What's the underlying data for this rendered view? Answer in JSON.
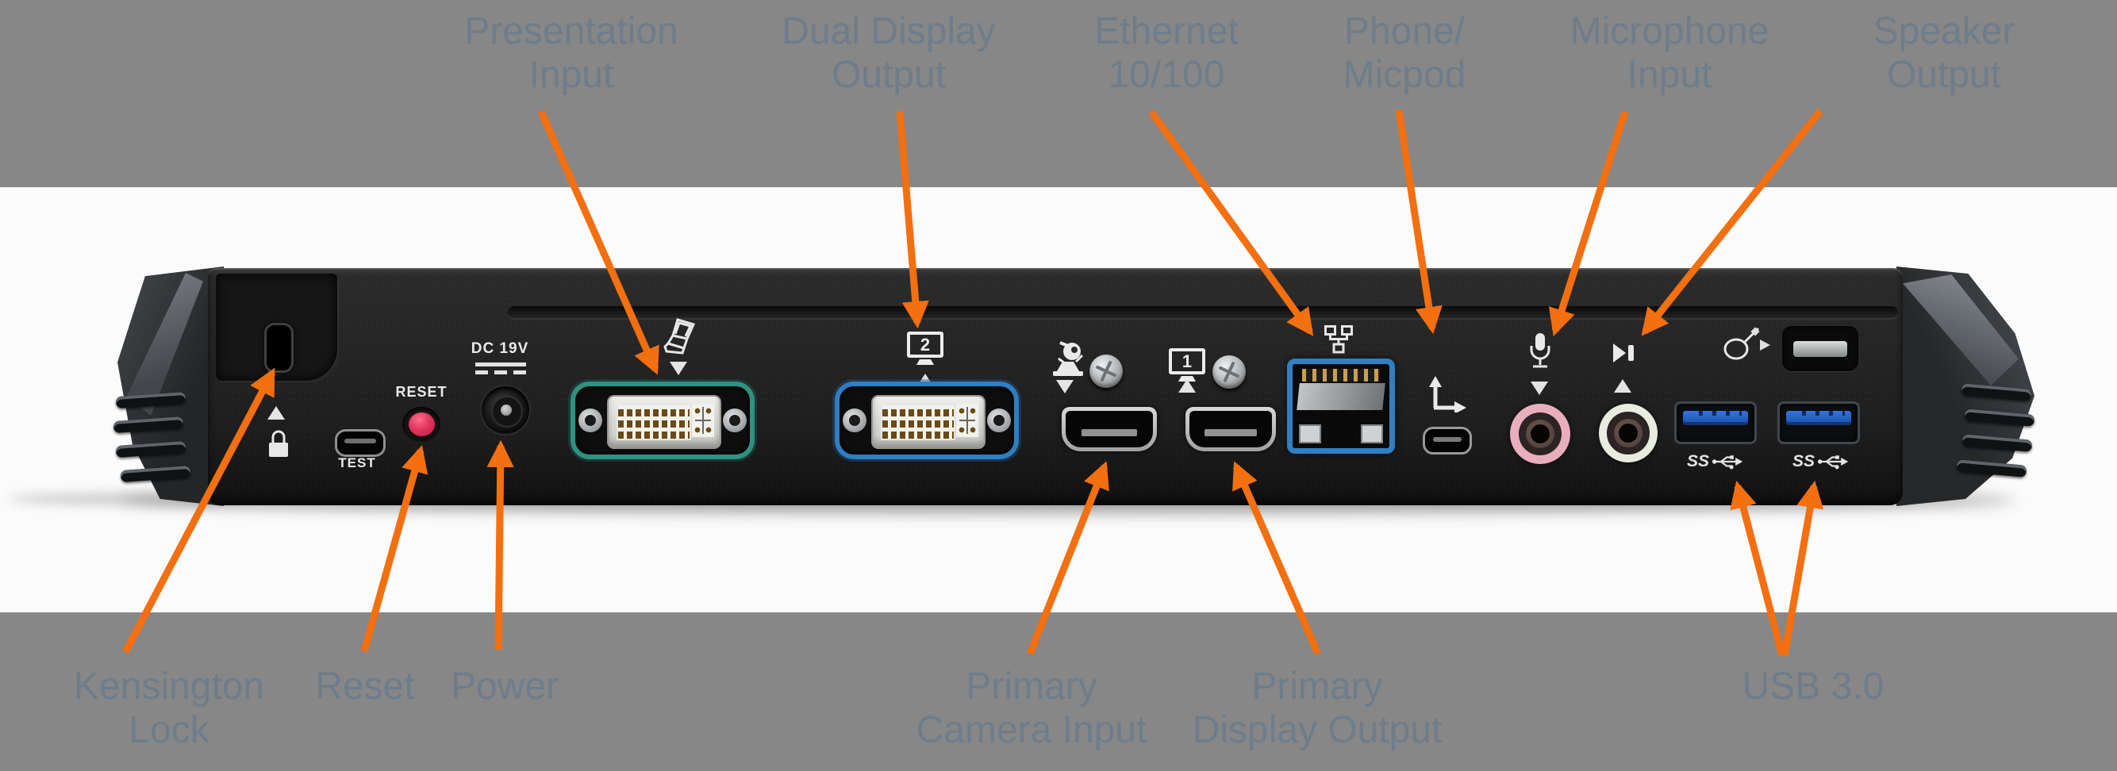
{
  "title": "Docking station rear panel callout diagram",
  "colors": {
    "accent_orange": "#f36f10",
    "band_gray": "#878787",
    "callout_text": "#6e7d8b",
    "page_white": "#fbfbfb",
    "dvi_input_ring": "#2f9180",
    "dvi_output_ring": "#2e7fc2",
    "ethernet_ring": "#2f80c3",
    "mic_jack_ring": "#e9aebd",
    "speaker_jack_ring": "#e7ecdf",
    "usb_tongue_blue": "#2a63cf",
    "reset_button_red": "#e23560"
  },
  "top_callouts": [
    {
      "line1": "Presentation",
      "line2": "Input"
    },
    {
      "line1": "Dual Display",
      "line2": "Output"
    },
    {
      "line1": "Ethernet",
      "line2": "10/100"
    },
    {
      "line1": "Phone/",
      "line2": "Micpod"
    },
    {
      "line1": "Microphone",
      "line2": "Input"
    },
    {
      "line1": "Speaker",
      "line2": "Output"
    }
  ],
  "bottom_callouts": [
    {
      "line1": "Kensington",
      "line2": "Lock"
    },
    {
      "line1": "Reset",
      "line2": ""
    },
    {
      "line1": "Power",
      "line2": ""
    },
    {
      "line1": "Primary",
      "line2": "Camera Input"
    },
    {
      "line1": "Primary",
      "line2": "Display Output"
    },
    {
      "line1": "USB 3.0",
      "line2": ""
    }
  ],
  "device_labels": {
    "reset": "RESET",
    "test": "TEST",
    "power": "DC 19V",
    "display_output_badge": "2",
    "primary_display_badge": "1",
    "usb_speed": "SS"
  },
  "icon_names": {
    "lock": "padlock-icon",
    "laptop": "laptop-icon",
    "dual_display": "monitor-2-icon",
    "primary_display": "monitor-1-icon",
    "camera": "camera-icon",
    "ethernet": "ethernet-network-icon",
    "micpod": "dock-arrows-icon",
    "microphone": "microphone-icon",
    "speaker": "speaker-icon",
    "cable_tie": "cable-tie-icon",
    "usb3": "usb-ss-trident-icon"
  }
}
